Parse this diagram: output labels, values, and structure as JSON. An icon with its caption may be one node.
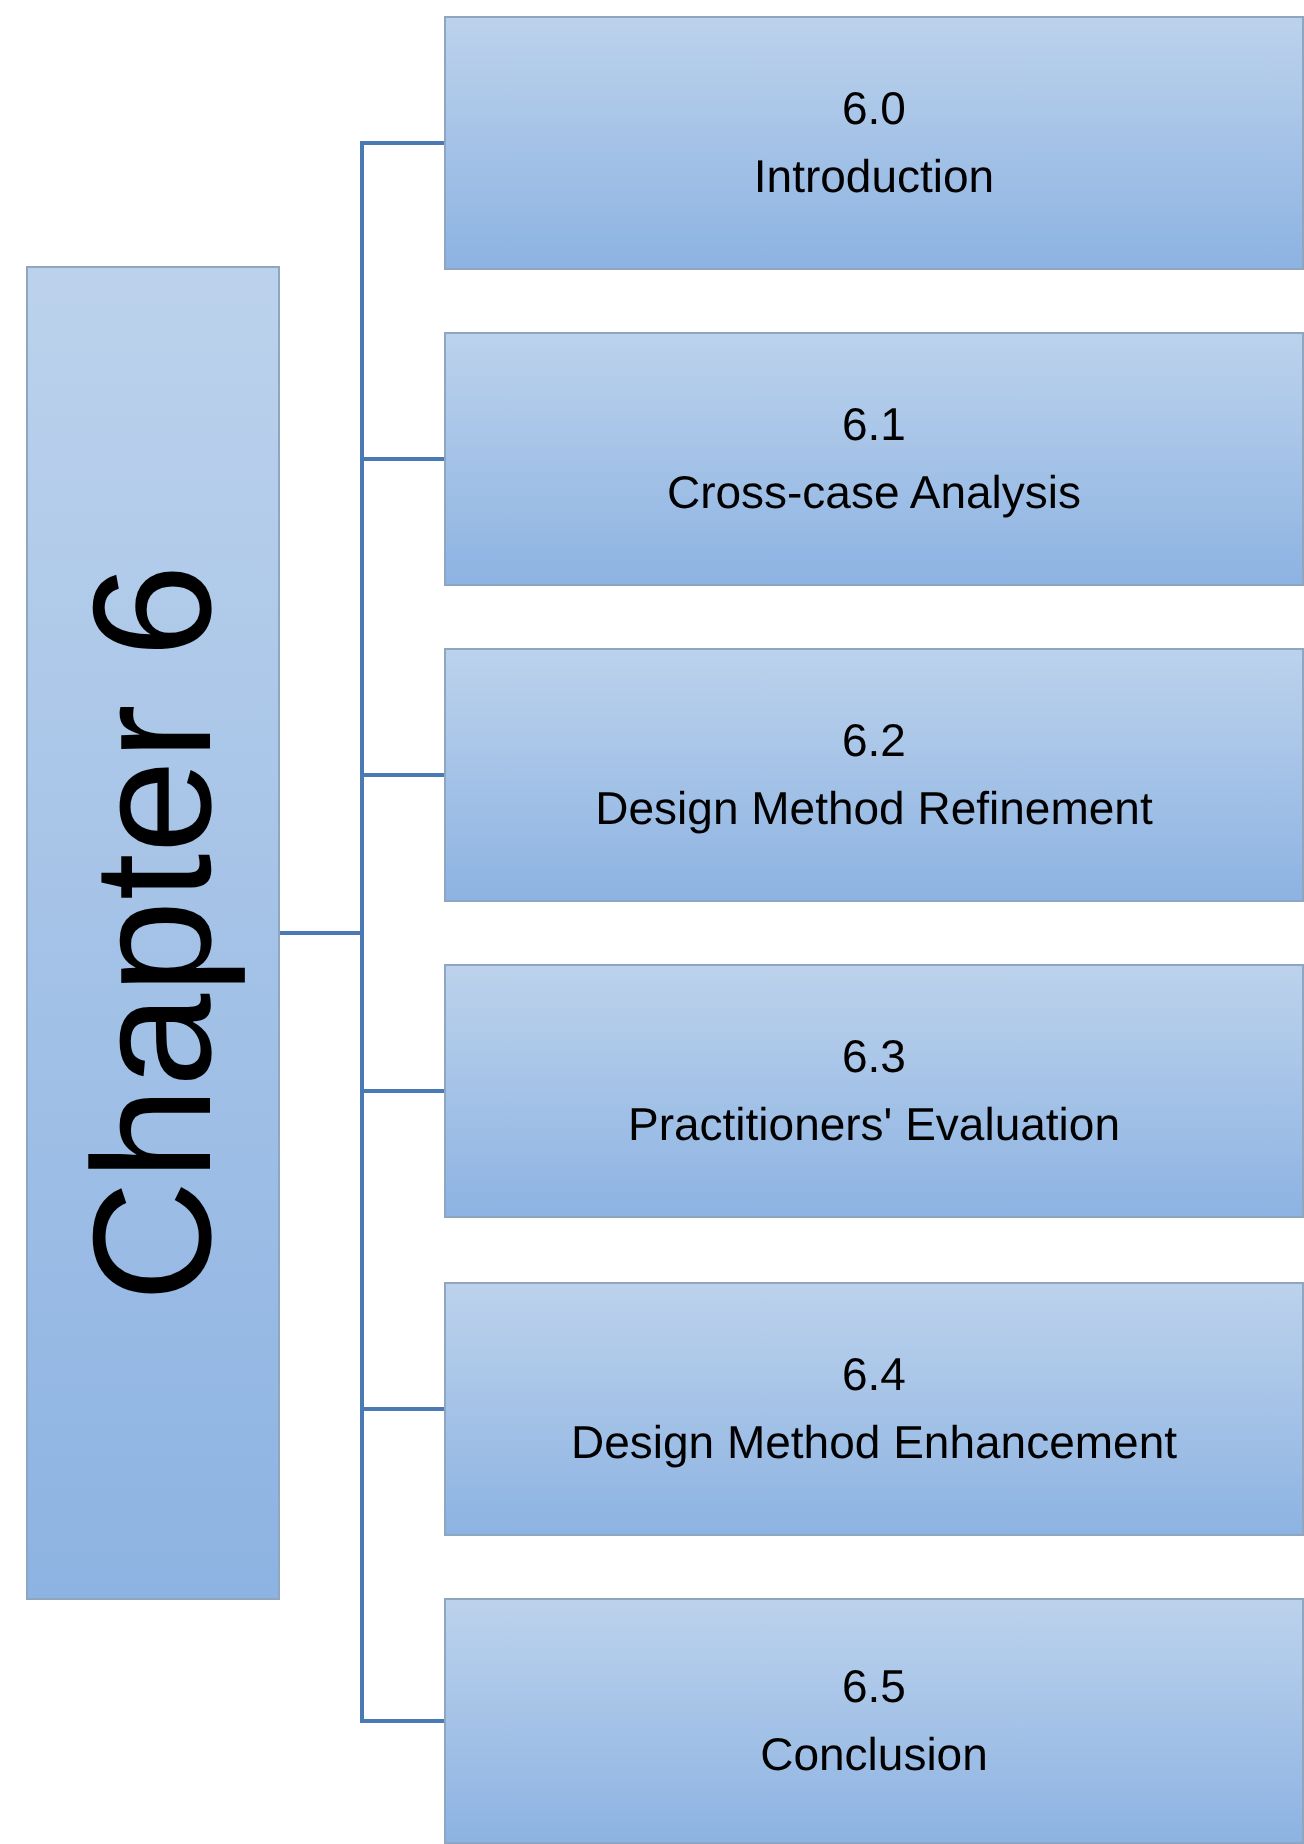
{
  "diagram": {
    "nodes": [
      {
        "text": [
          "Chapter 6"
        ]
      },
      {
        "text": [
          "6.0",
          "Introduction"
        ]
      },
      {
        "text": [
          "6.1",
          "Cross-case Analysis"
        ]
      },
      {
        "text": [
          "6.2",
          "Design Method Refinement"
        ]
      },
      {
        "text": [
          "6.3",
          "Practitioners' Evaluation"
        ]
      },
      {
        "text": [
          "6.4",
          "Design Method Enhancement"
        ]
      },
      {
        "text": [
          "6.5",
          "Conclusion"
        ]
      }
    ],
    "edges": [
      {
        "from": 0,
        "to": 1,
        "arrow": "none"
      },
      {
        "from": 0,
        "to": 2,
        "arrow": "none"
      },
      {
        "from": 0,
        "to": 3,
        "arrow": "none"
      },
      {
        "from": 0,
        "to": 4,
        "arrow": "none"
      },
      {
        "from": 0,
        "to": 5,
        "arrow": "none"
      },
      {
        "from": 0,
        "to": 6,
        "arrow": "none"
      }
    ]
  }
}
